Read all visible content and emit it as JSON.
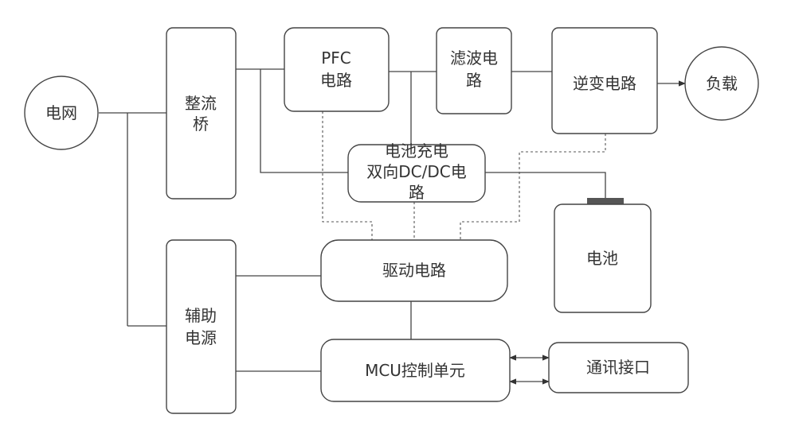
{
  "nodes": {
    "grid": {
      "label": "电网"
    },
    "rectifier": {
      "lines": [
        "整流",
        "桥"
      ]
    },
    "pfc": {
      "lines": [
        "PFC",
        "电路"
      ]
    },
    "filter": {
      "lines": [
        "滤波电",
        "路"
      ]
    },
    "inverter": {
      "label": "逆变电路"
    },
    "load": {
      "label": "负载"
    },
    "dcdc": {
      "lines": [
        "电池充电",
        "双向DC/DC电",
        "路"
      ]
    },
    "battery": {
      "label": "电池"
    },
    "aux_power": {
      "lines": [
        "辅助",
        "电源"
      ]
    },
    "driver": {
      "label": "驱动电路"
    },
    "mcu": {
      "label": "MCU控制单元"
    },
    "comm": {
      "label": "通讯接口"
    }
  }
}
